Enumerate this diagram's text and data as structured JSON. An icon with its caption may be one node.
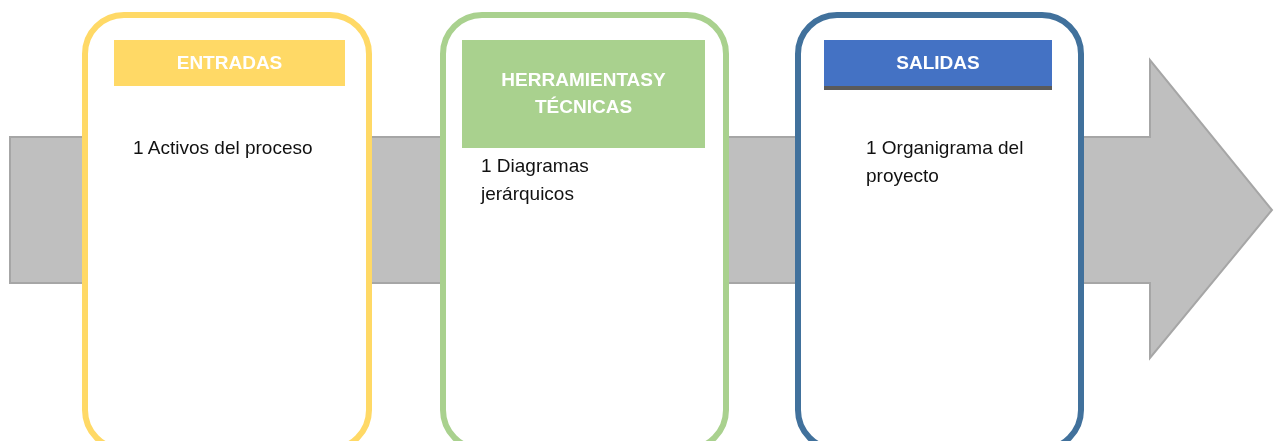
{
  "diagram": {
    "nodes": [
      {
        "text": [
          "ENTRADAS",
          "1 Activos del proceso"
        ]
      },
      {
        "text": [
          "HERRAMIENTASY TÉCNICAS",
          "1 Diagramas jerárquicos"
        ]
      },
      {
        "text": [
          "SALIDAS",
          "1 Organigrama del proyecto"
        ]
      }
    ],
    "edges": []
  }
}
